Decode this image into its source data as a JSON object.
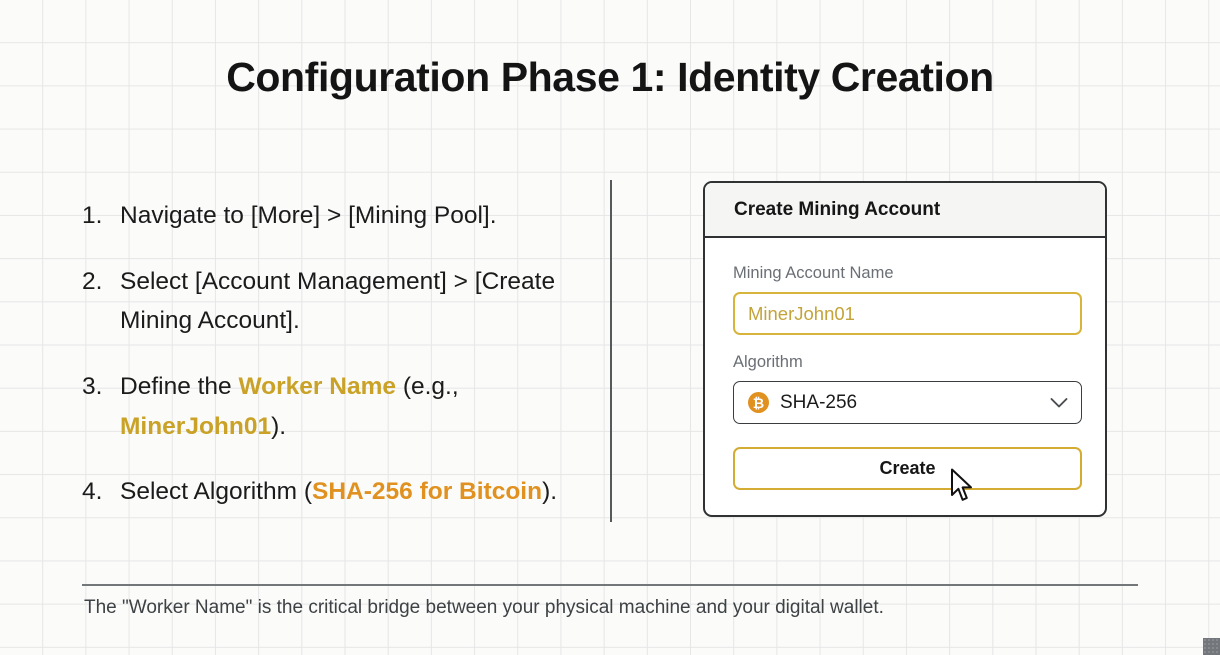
{
  "slide": {
    "title": "Configuration Phase 1: Identity Creation",
    "footer_note": "The \"Worker Name\" is the critical bridge between your physical machine and your digital wallet."
  },
  "steps": [
    {
      "number": "1.",
      "segments": [
        {
          "text": "Navigate to [More] > [Mining Pool].",
          "style": "plain"
        }
      ]
    },
    {
      "number": "2.",
      "segments": [
        {
          "text": "Select [Account Management] > [Create Mining Account].",
          "style": "plain"
        }
      ]
    },
    {
      "number": "3.",
      "segments": [
        {
          "text": "Define the ",
          "style": "plain"
        },
        {
          "text": "Worker Name",
          "style": "gold"
        },
        {
          "text": " (e.g., ",
          "style": "plain"
        },
        {
          "text": "MinerJohn01",
          "style": "gold"
        },
        {
          "text": ").",
          "style": "plain"
        }
      ]
    },
    {
      "number": "4.",
      "segments": [
        {
          "text": "Select Algorithm (",
          "style": "plain"
        },
        {
          "text": "SHA-256 for Bitcoin",
          "style": "orange"
        },
        {
          "text": ").",
          "style": "plain"
        }
      ]
    }
  ],
  "card": {
    "title": "Create Mining Account",
    "fields": {
      "account_name": {
        "label": "Mining Account Name",
        "value": "MinerJohn01",
        "placeholder": "Mining Account Name"
      },
      "algorithm": {
        "label": "Algorithm",
        "value": "SHA-256",
        "icon": "bitcoin-icon",
        "icon_glyph": "₿",
        "dropdown_icon": "chevron-down-icon",
        "options": [
          "SHA-256"
        ]
      }
    },
    "create_button_label": "Create"
  },
  "icons": {
    "cursor": "mouse-pointer-icon"
  },
  "colors": {
    "accent_gold": "#c9a227",
    "accent_orange": "#e0911f",
    "input_border": "#d7b43c",
    "button_border": "#d4ac33",
    "card_border": "#2f3133",
    "text_primary": "#1b1b1b",
    "text_muted": "#6a6f75",
    "grid_line": "#e6e6e6",
    "page_bg": "#fbfbfa"
  }
}
